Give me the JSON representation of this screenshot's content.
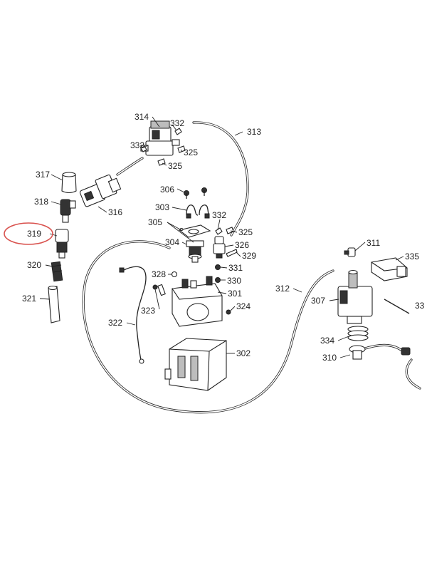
{
  "diagram": {
    "highlight_color": "#d9534f",
    "highlighted_part": "319",
    "labels": {
      "l314": "314",
      "l332a": "332",
      "l313": "313",
      "l332b": "332",
      "l325a": "325",
      "l325b": "325",
      "l317": "317",
      "l306": "306",
      "l318": "318",
      "l316": "316",
      "l303": "303",
      "l332c": "332",
      "l305": "305",
      "l325c": "325",
      "l319": "319",
      "l304": "304",
      "l326": "326",
      "l311": "311",
      "l329": "329",
      "l335": "335",
      "l320": "320",
      "l331": "331",
      "l328": "328",
      "l330": "330",
      "l312": "312",
      "l307": "307",
      "l321": "321",
      "l301": "301",
      "l323": "323",
      "l324": "324",
      "l322": "322",
      "l334": "334",
      "l310": "310",
      "l302": "302",
      "l33x": "33"
    }
  }
}
